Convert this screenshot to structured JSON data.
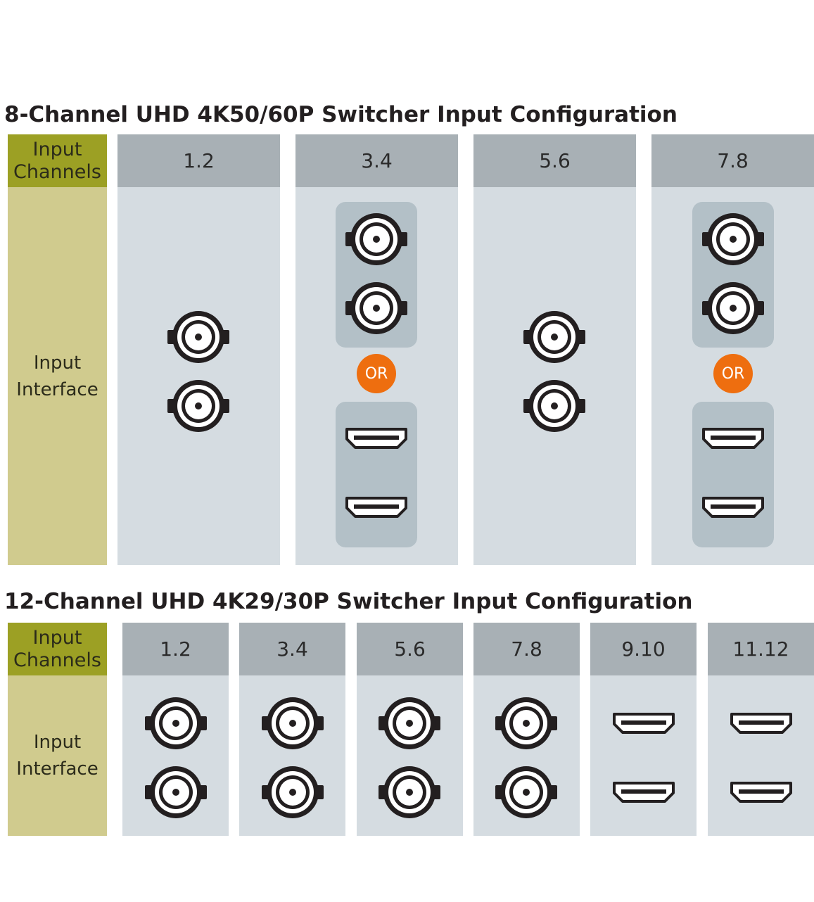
{
  "sections": [
    {
      "title": "8-Channel UHD 4K50/60P Switcher Input Configuration",
      "label_channels": [
        "Input",
        "Channels"
      ],
      "label_interface": [
        "Input",
        "Interface"
      ],
      "columns": [
        {
          "channel": "1.2",
          "type": "bnc"
        },
        {
          "channel": "3.4",
          "type": "bnc-or-hdmi",
          "or_label": "OR"
        },
        {
          "channel": "5.6",
          "type": "bnc"
        },
        {
          "channel": "7.8",
          "type": "bnc-or-hdmi",
          "or_label": "OR"
        }
      ]
    },
    {
      "title": "12-Channel UHD 4K29/30P Switcher Input Configuration",
      "label_channels": [
        "Input",
        "Channels"
      ],
      "label_interface": [
        "Input",
        "Interface"
      ],
      "columns": [
        {
          "channel": "1.2",
          "type": "bnc"
        },
        {
          "channel": "3.4",
          "type": "bnc"
        },
        {
          "channel": "5.6",
          "type": "bnc"
        },
        {
          "channel": "7.8",
          "type": "bnc"
        },
        {
          "channel": "9.10",
          "type": "hdmi"
        },
        {
          "channel": "11.12",
          "type": "hdmi"
        }
      ]
    }
  ],
  "icons": {
    "bnc": "bnc-connector-icon",
    "hdmi": "hdmi-port-icon"
  },
  "colors": {
    "label_header": "#9ca024",
    "label_body": "#d0cb8e",
    "column_header": "#a8b0b5",
    "column_body": "#d5dce1",
    "group_box": "#b3c0c7",
    "or_badge": "#ee6e0f",
    "icon": "#231f20"
  }
}
